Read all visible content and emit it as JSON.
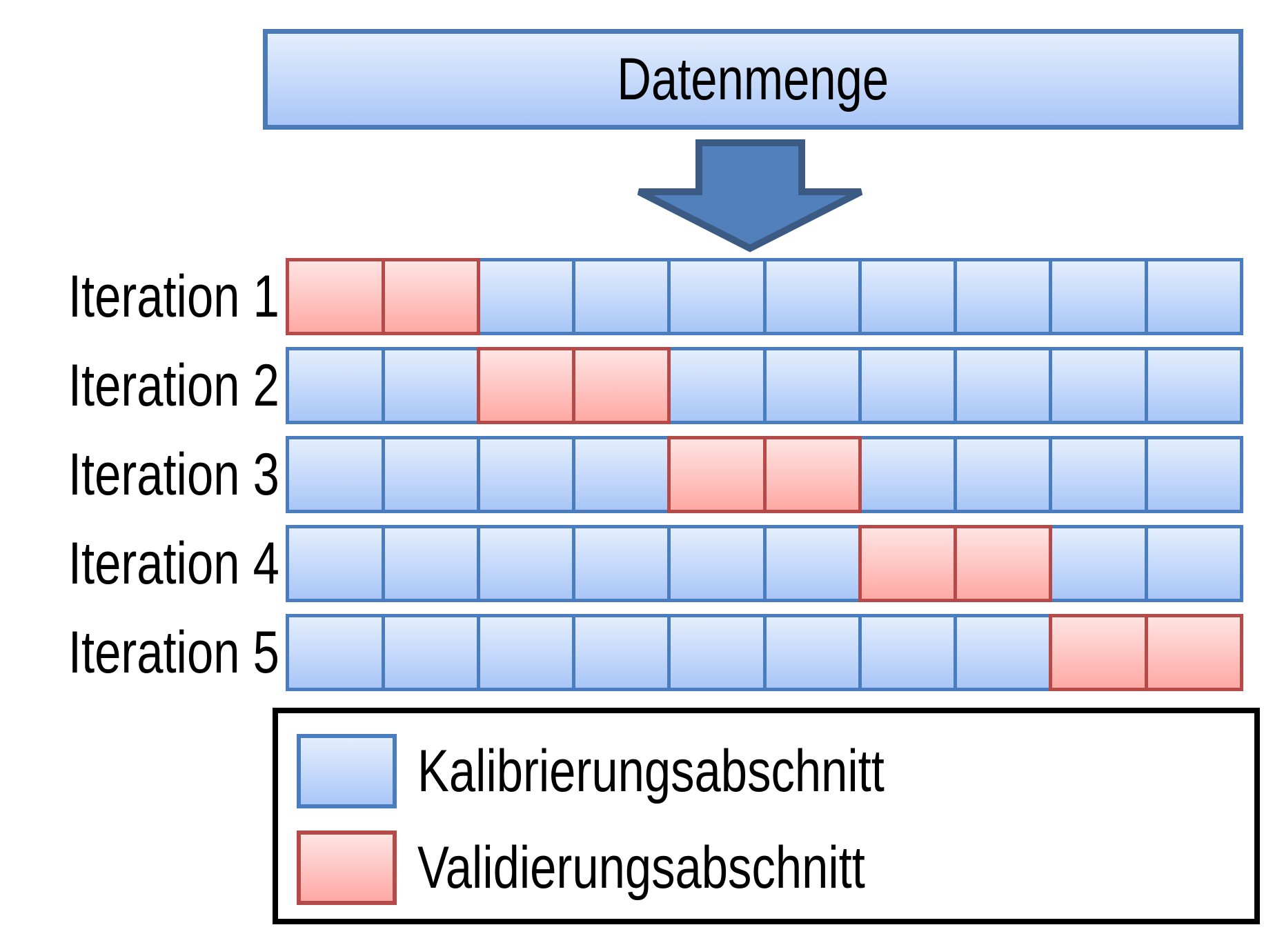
{
  "diagram": {
    "title": "Datenmenge",
    "arrow_icon": "down-arrow",
    "cells_per_row": 10,
    "iterations": [
      {
        "label": "Iteration 1",
        "validation_cells": [
          0,
          1
        ]
      },
      {
        "label": "Iteration 2",
        "validation_cells": [
          2,
          3
        ]
      },
      {
        "label": "Iteration 3",
        "validation_cells": [
          4,
          5
        ]
      },
      {
        "label": "Iteration 4",
        "validation_cells": [
          6,
          7
        ]
      },
      {
        "label": "Iteration 5",
        "validation_cells": [
          8,
          9
        ]
      }
    ],
    "legend": [
      {
        "type": "calibration",
        "label": "Kalibrierungsabschnitt"
      },
      {
        "type": "validation",
        "label": "Validierungsabschnitt"
      }
    ],
    "colors": {
      "calibration_fill_top": "#e4eefd",
      "calibration_fill_bottom": "#a9c6f7",
      "calibration_border": "#4a7cc0",
      "validation_fill_top": "#fee4e2",
      "validation_fill_bottom": "#ffa9a5",
      "validation_border": "#b54a49",
      "title_box_border": "#4a7ab8",
      "arrow_fill": "#5180ba",
      "arrow_border": "#3b5b85",
      "legend_border": "#000000"
    }
  }
}
